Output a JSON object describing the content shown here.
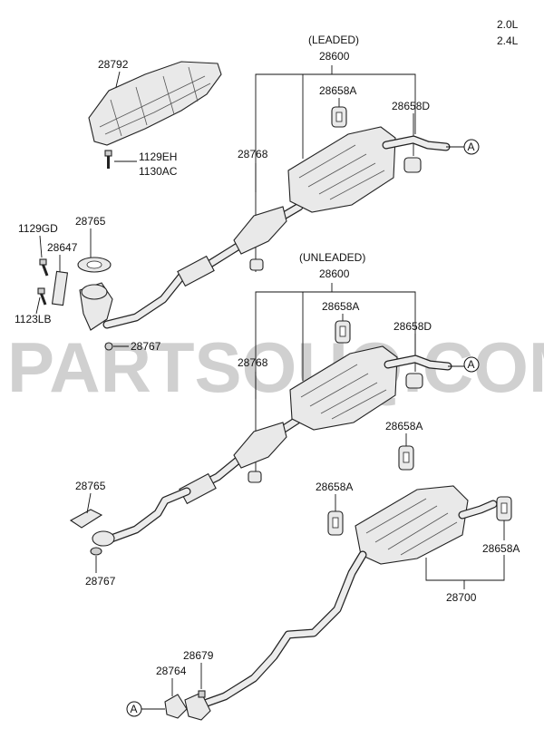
{
  "engine": {
    "line1": "2.0L",
    "line2": "2.4L"
  },
  "watermark": "PARTSOUQ.COM",
  "ref_marker": "A",
  "leaded": {
    "title": "(LEADED)",
    "assembly": "28600",
    "hanger_a": "28658A",
    "hanger_d": "28658D",
    "heat_shield_bracket": "28768"
  },
  "unleaded": {
    "title": "(UNLEADED)",
    "assembly": "28600",
    "hanger_a": "28658A",
    "hanger_d": "28658D",
    "heat_shield_bracket": "28768"
  },
  "upper_left": {
    "heat_protector": "28792",
    "bolt_1": "1129EH",
    "bolt_2": "1130AC",
    "bolt_3": "1129GD",
    "gasket": "28765",
    "stay": "28647",
    "bolt_4": "1123LB",
    "nut": "28767"
  },
  "lower_left": {
    "gasket": "28765",
    "nut": "28767"
  },
  "rear": {
    "hanger_1": "28658A",
    "hanger_2": "28658A",
    "hanger_3": "28658A",
    "muffler": "28700",
    "gasket": "28764",
    "nut": "28679"
  }
}
